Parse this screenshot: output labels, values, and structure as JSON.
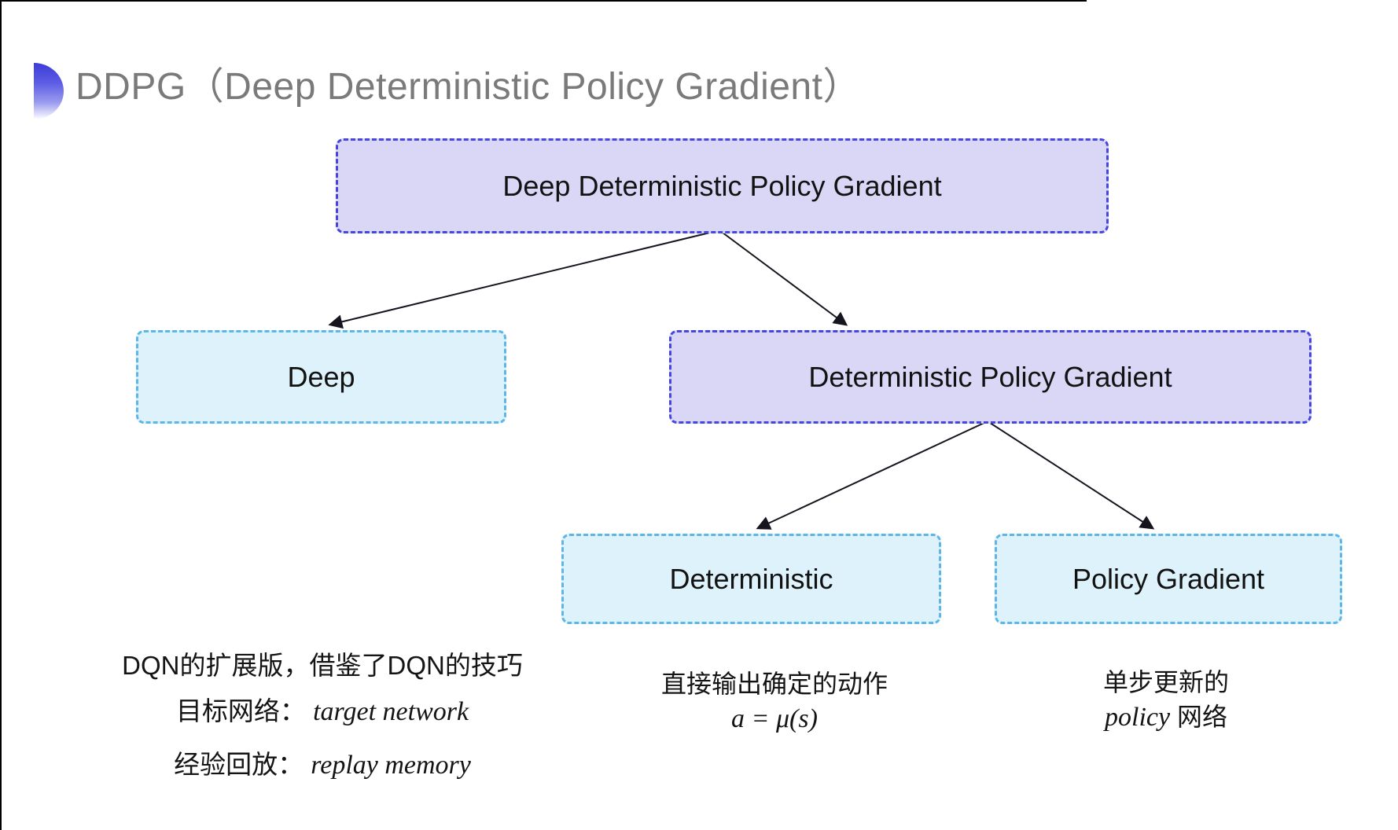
{
  "slide": {
    "title": "DDPG（Deep Deterministic Policy Gradient）"
  },
  "tree": {
    "root": {
      "label": "Deep Deterministic Policy Gradient"
    },
    "deep": {
      "label": "Deep"
    },
    "dpg": {
      "label": "Deterministic Policy Gradient"
    },
    "deterministic": {
      "label": "Deterministic"
    },
    "policy_gradient": {
      "label": "Policy Gradient"
    }
  },
  "notes": {
    "deep": {
      "line1": "DQN的扩展版，借鉴了DQN的技巧",
      "line2_label": "目标网络：",
      "line2_term": "target network",
      "line3_label": "经验回放：",
      "line3_term": "replay memory"
    },
    "deterministic": {
      "line1": "直接输出确定的动作",
      "formula": "a = μ(s)"
    },
    "policy_gradient": {
      "line1": "单步更新的",
      "term": "policy",
      "suffix": " 网络"
    }
  },
  "colors": {
    "purple_fill": "#d9d6f6",
    "purple_border": "#4545e0",
    "cyan_fill": "#def2fc",
    "cyan_border": "#5cb6e6",
    "title_gray": "#7a7a7a",
    "arrow": "#15151f",
    "bullet_blue": "#3c3cd8"
  }
}
